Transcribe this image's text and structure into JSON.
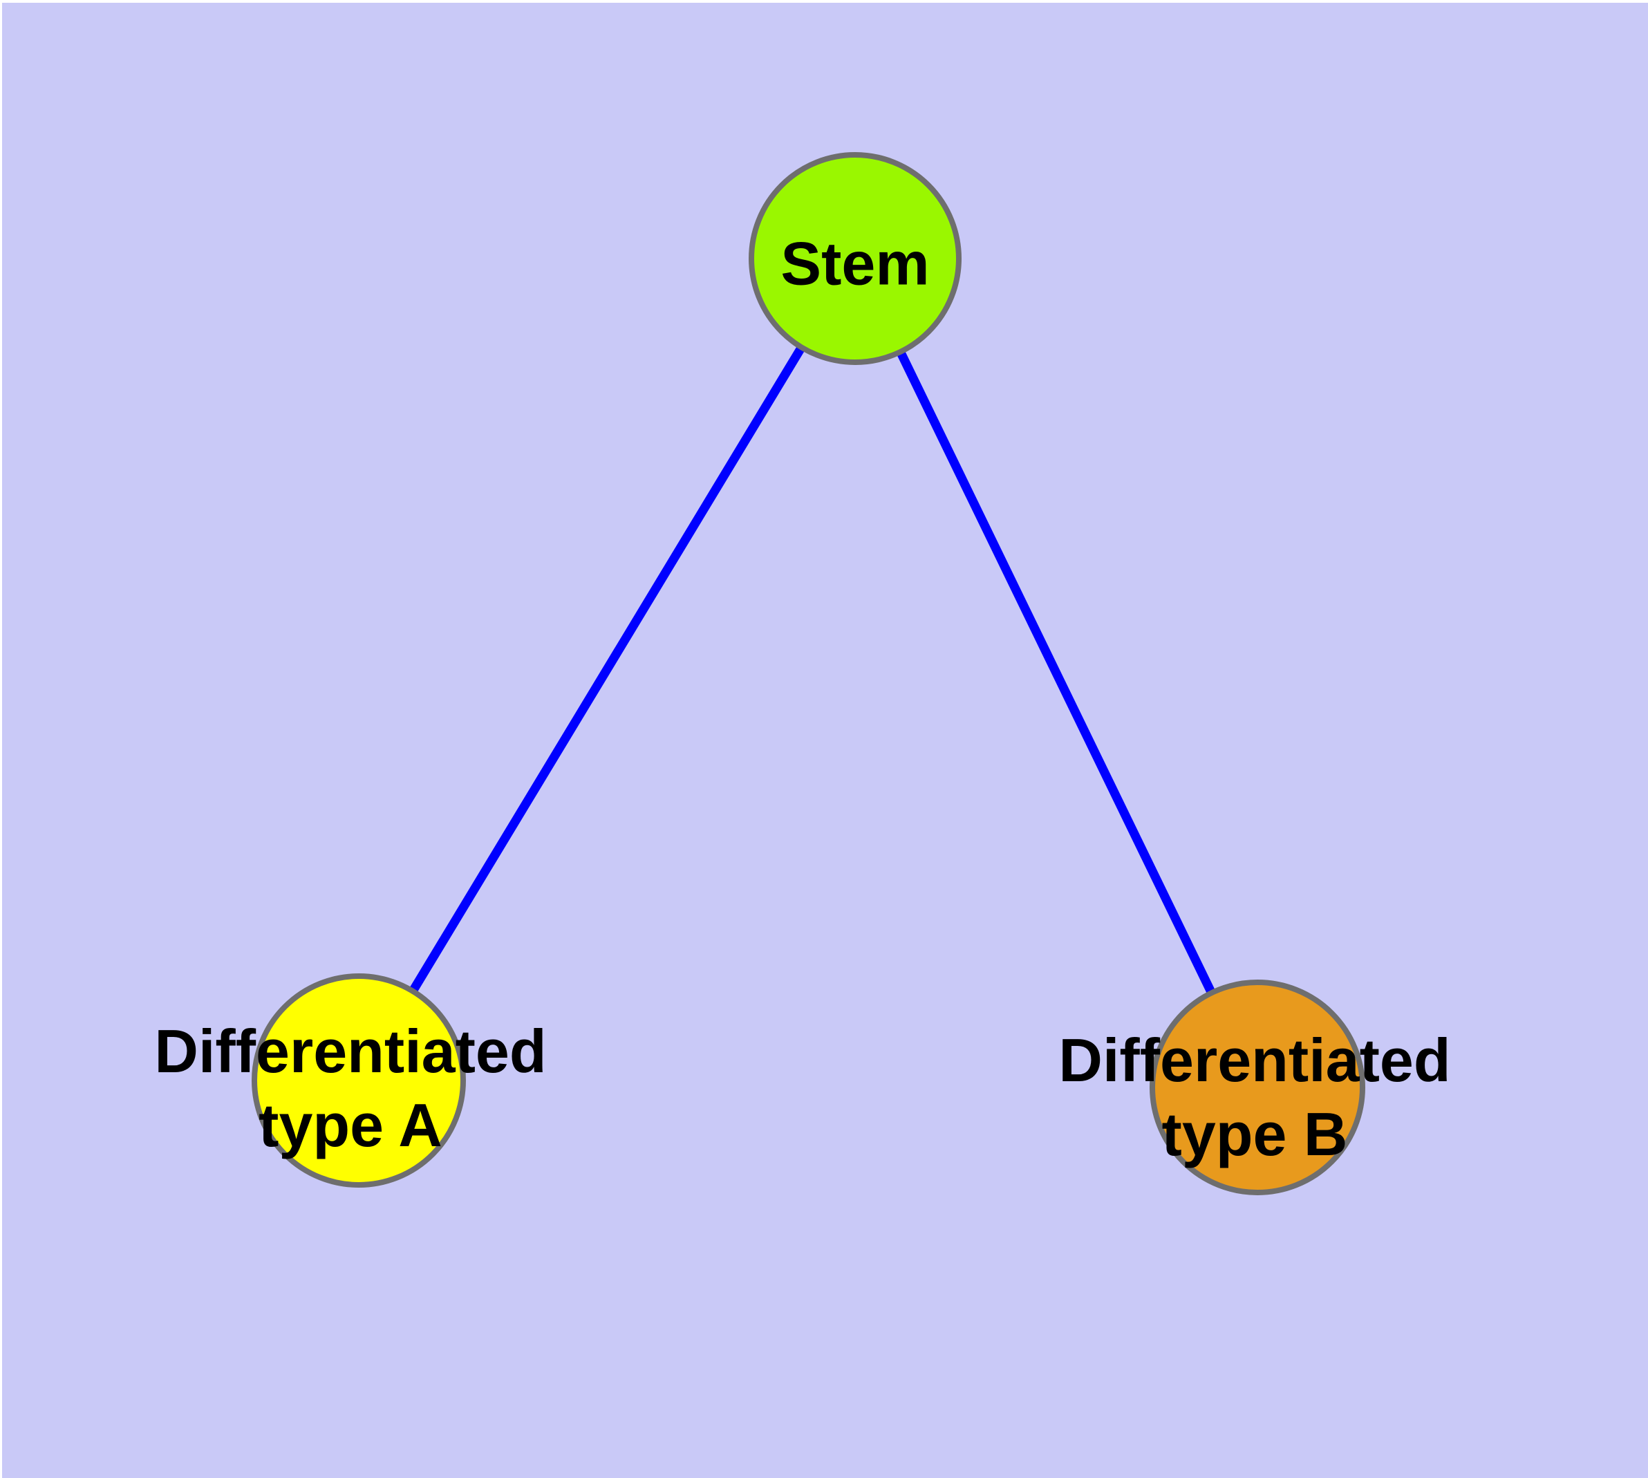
{
  "diagram": {
    "background_color": "#C9C9F7",
    "page_border_color": "#FFFFFF",
    "edge_color": "#0000FF",
    "node_border_color": "#6E6E6E",
    "label_color": "#000000",
    "nodes": {
      "stem": {
        "label": "Stem",
        "fill": "#9AF700"
      },
      "type_a": {
        "label_line1": "Differentiated",
        "label_line2": "type A",
        "fill": "#FFFF00"
      },
      "type_b": {
        "label_line1": "Differentiated",
        "label_line2": "type B",
        "fill": "#E89A1D"
      }
    },
    "edges": [
      {
        "from": "stem",
        "to": "type_a"
      },
      {
        "from": "stem",
        "to": "type_b"
      }
    ]
  }
}
